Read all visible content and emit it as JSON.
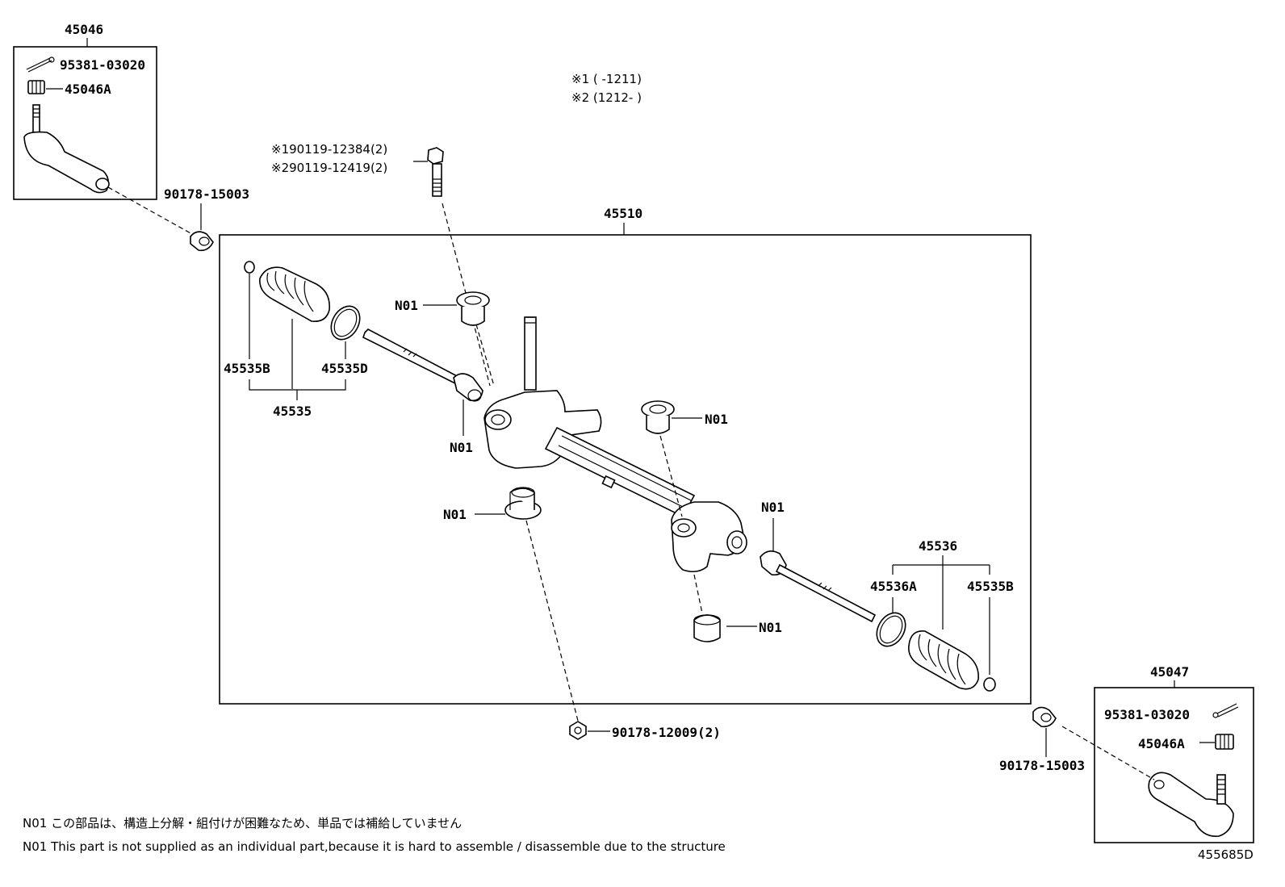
{
  "title_codes": {
    "note1": "※1 (     -1211)",
    "note2": "※2 (1212-     )"
  },
  "parts": {
    "p45046": "45046",
    "p95381_left": "95381-03020",
    "p45046A_left": "45046A",
    "p90178_15003_left": "90178-15003",
    "bolt1": "※190119-12384(2)",
    "bolt2": "※290119-12419(2)",
    "p45510": "45510",
    "p45535B_left": "45535B",
    "p45535D": "45535D",
    "p45535": "45535",
    "n01_a": "N01",
    "n01_b": "N01",
    "n01_c": "N01",
    "n01_d": "N01",
    "n01_e": "N01",
    "n01_f": "N01",
    "p45536": "45536",
    "p45536A": "45536A",
    "p45535B_right": "45535B",
    "p90178_12009": "90178-12009(2)",
    "p45047": "45047",
    "p95381_right": "95381-03020",
    "p45046A_right": "45046A",
    "p90178_15003_right": "90178-15003"
  },
  "footnotes": {
    "jp": "N01 この部品は、構造上分解・組付けが困難なため、単品では補給していません",
    "en": "N01 This part is not supplied as an individual part,because it is hard to assemble / disassemble due to the structure"
  },
  "diagram_id": "455685D"
}
